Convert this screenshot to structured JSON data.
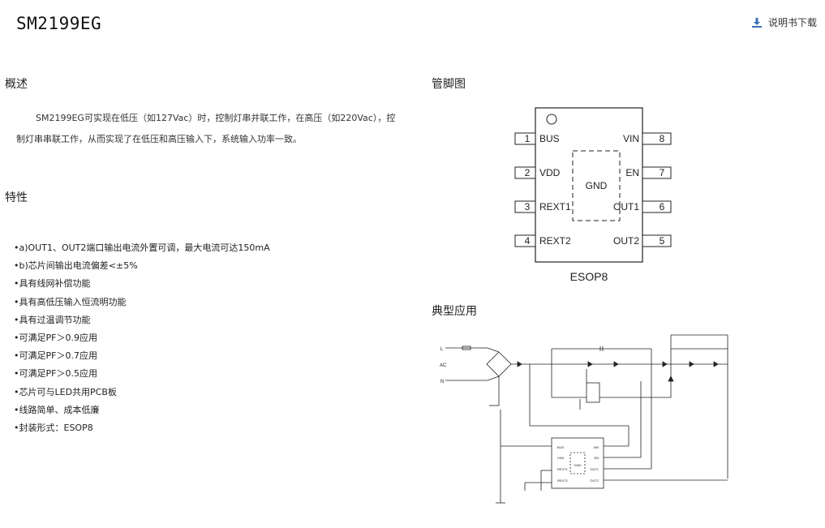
{
  "header": {
    "title": "SM2199EG",
    "download_label": "说明书下载",
    "download_icon": "download-icon"
  },
  "overview": {
    "heading": "概述",
    "text": "SM2199EG可实现在低压（如127Vac）时，控制灯串并联工作，在高压（如220Vac），控制灯串串联工作，从而实现了在低压和高压输入下，系统输入功率一致。"
  },
  "features": {
    "heading": "特性",
    "items": [
      "•a)OUT1、OUT2端口输出电流外置可调，最大电流可达150mA",
      "•b)芯片间输出电流偏差<±5%",
      "•具有线网补偿功能",
      "•具有高低压输入恒流明功能",
      "•具有过温调节功能",
      "•可满足PF＞0.9应用",
      "•可满足PF＞0.7应用",
      "•可满足PF＞0.5应用",
      "•芯片可与LED共用PCB板",
      "•线路简单、成本低廉",
      "•封装形式：ESOP8"
    ]
  },
  "pinout": {
    "heading": "管脚图",
    "package": "ESOP8",
    "center": "GND",
    "left_pins": [
      {
        "num": "1",
        "name": "BUS"
      },
      {
        "num": "2",
        "name": "VDD"
      },
      {
        "num": "3",
        "name": "REXT1"
      },
      {
        "num": "4",
        "name": "REXT2"
      }
    ],
    "right_pins": [
      {
        "num": "8",
        "name": "VIN"
      },
      {
        "num": "7",
        "name": "EN"
      },
      {
        "num": "6",
        "name": "OUT1"
      },
      {
        "num": "5",
        "name": "OUT2"
      }
    ]
  },
  "application": {
    "heading": "典型应用",
    "labels": {
      "l": "L",
      "ac": "AC",
      "n": "N"
    },
    "chip_left": [
      "BUS",
      "VDD",
      "REXT1",
      "REXT2"
    ],
    "chip_right": [
      "VIN",
      "EN",
      "OUT1",
      "OUT2"
    ],
    "chip_center": "GND"
  }
}
